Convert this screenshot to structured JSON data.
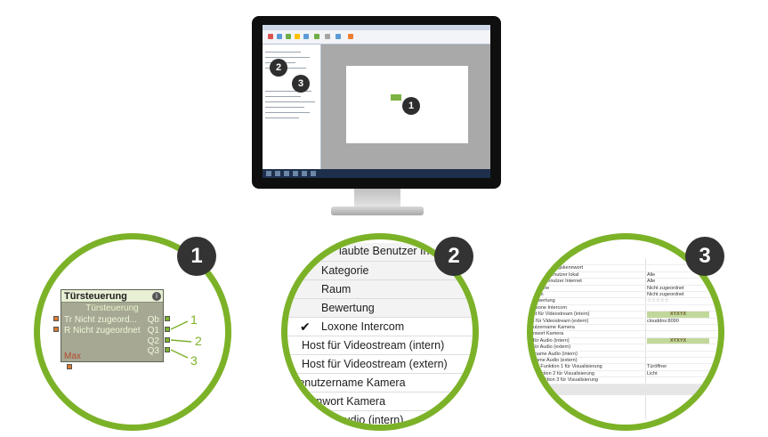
{
  "monitor": {
    "badges": [
      "1",
      "2",
      "3"
    ]
  },
  "circle1": {
    "badge": "1",
    "block_title": "Türsteuerung",
    "block_info": "i",
    "block_subtitle": "Türsteuerung",
    "inputs": [
      {
        "pin": "Tr",
        "text": "Nicht zugeord..."
      },
      {
        "pin": "R",
        "text": "Nicht zugeordnet"
      }
    ],
    "outputs": [
      "Qb",
      "Q1",
      "Q2",
      "Q3"
    ],
    "max_label": "Max",
    "callouts": [
      "1",
      "2",
      "3"
    ]
  },
  "circle2": {
    "badge": "2",
    "rows": [
      {
        "label": "laubte Benutzer In",
        "group": true
      },
      {
        "label": "Kategorie",
        "group": true
      },
      {
        "label": "Raum",
        "group": true
      },
      {
        "label": "Bewertung",
        "group": true
      },
      {
        "label": "Loxone Intercom",
        "checked": true
      },
      {
        "label": "Host für Videostream (intern)"
      },
      {
        "label": "Host für Videostream (extern)"
      },
      {
        "label": "Benutzername Kamera"
      },
      {
        "label": "Kennwort Kamera"
      },
      {
        "label": "für Audio (intern)"
      }
    ]
  },
  "circle3": {
    "badge": "3",
    "rows": [
      {
        "k": "",
        "v": ""
      },
      {
        "k": "rungskennwort",
        "v": ""
      },
      {
        "k": "e Benutzer lokal",
        "v": "Alle"
      },
      {
        "k": "e Benutzer Internet",
        "v": "Alle"
      },
      {
        "k": "gorie",
        "v": "Nicht zugeordnet"
      },
      {
        "k": "um",
        "v": "Nicht zugeordnet"
      },
      {
        "k": "ewertung",
        "v": "☆☆☆☆☆"
      },
      {
        "k": "oxone Intercom",
        "v": ""
      },
      {
        "k": "st für Videostream (intern)",
        "v": "XYXYX",
        "hl": true
      },
      {
        "k": "t für Videostream (extern)",
        "v": "clouddns:8090"
      },
      {
        "k": "utzername Kamera",
        "v": ""
      },
      {
        "k": "nwort Kamera",
        "v": ""
      },
      {
        "k": "für Audio (intern)",
        "v": "XYXYX",
        "hl": true
      },
      {
        "k": "für Audio (extern)",
        "v": ""
      },
      {
        "k": "rname Audio (intern)",
        "v": ""
      },
      {
        "k": "name Audio (extern)",
        "v": ""
      },
      {
        "k": "er Funktion 1 für Visualisierung",
        "v": "Türöffner"
      },
      {
        "k": "nktion 2 für Visualisierung",
        "v": "Licht"
      },
      {
        "k": "nktion 3 für Visualisierung",
        "v": ""
      }
    ]
  }
}
